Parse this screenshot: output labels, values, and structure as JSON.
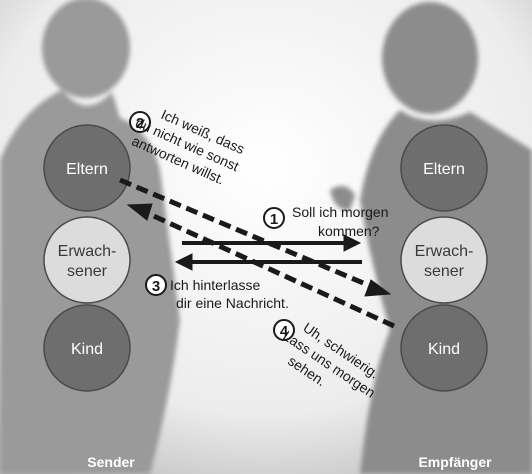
{
  "sender_label": "Sender",
  "receiver_label": "Empfänger",
  "sender_states": [
    {
      "label_lines": [
        "Eltern"
      ],
      "fill": "#6e6e6e",
      "text": "#ffffff"
    },
    {
      "label_lines": [
        "Erwach-",
        "sener"
      ],
      "fill": "#dcdcdc",
      "text": "#3a3a3a"
    },
    {
      "label_lines": [
        "Kind"
      ],
      "fill": "#6e6e6e",
      "text": "#ffffff"
    }
  ],
  "receiver_states": [
    {
      "label_lines": [
        "Eltern"
      ],
      "fill": "#6e6e6e",
      "text": "#ffffff"
    },
    {
      "label_lines": [
        "Erwach-",
        "sener"
      ],
      "fill": "#dcdcdc",
      "text": "#3a3a3a"
    },
    {
      "label_lines": [
        "Kind"
      ],
      "fill": "#6e6e6e",
      "text": "#ffffff"
    }
  ],
  "messages": [
    {
      "number": "1",
      "lines": [
        "Soll ich morgen",
        "kommen?"
      ],
      "style": "solid"
    },
    {
      "number": "2",
      "lines": [
        "Ich weiß, dass",
        "du nicht wie sonst",
        "antworten willst."
      ],
      "style": "dashed"
    },
    {
      "number": "3",
      "lines": [
        "Ich hinterlasse",
        "dir eine Nachricht."
      ],
      "style": "solid"
    },
    {
      "number": "4",
      "lines": [
        "Uh, schwierig.",
        "Lass uns morgen",
        "sehen."
      ],
      "style": "dashed"
    }
  ],
  "colors": {
    "background": "#f1f1f1",
    "silhouette": "#9a9a9a",
    "arrow": "#1a1a1a",
    "label_text": "#ffffff"
  }
}
